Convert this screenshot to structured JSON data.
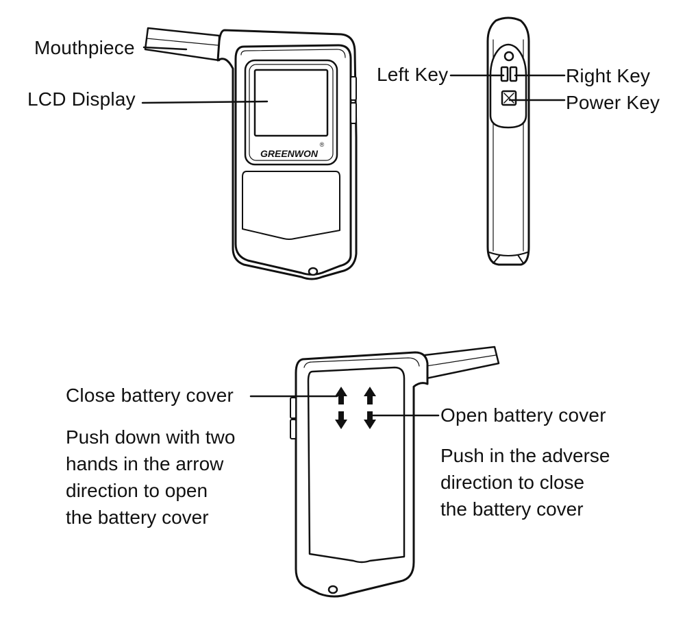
{
  "labels": {
    "mouthpiece": "Mouthpiece",
    "lcd_display": "LCD Display",
    "left_key": "Left Key",
    "right_key": "Right Key",
    "power_key": "Power Key",
    "close_battery_cover": "Close battery cover",
    "open_battery_cover": "Open battery cover"
  },
  "brand": {
    "logo_text": "GREENWON",
    "registered_mark": "®"
  },
  "instructions": {
    "open": [
      "Push down with two",
      "hands in the arrow",
      "direction to open",
      "the battery cover"
    ],
    "close": [
      "Push in the adverse",
      "direction to close",
      "the battery cover"
    ]
  },
  "colors": {
    "line": "#111111",
    "background": "#ffffff"
  }
}
